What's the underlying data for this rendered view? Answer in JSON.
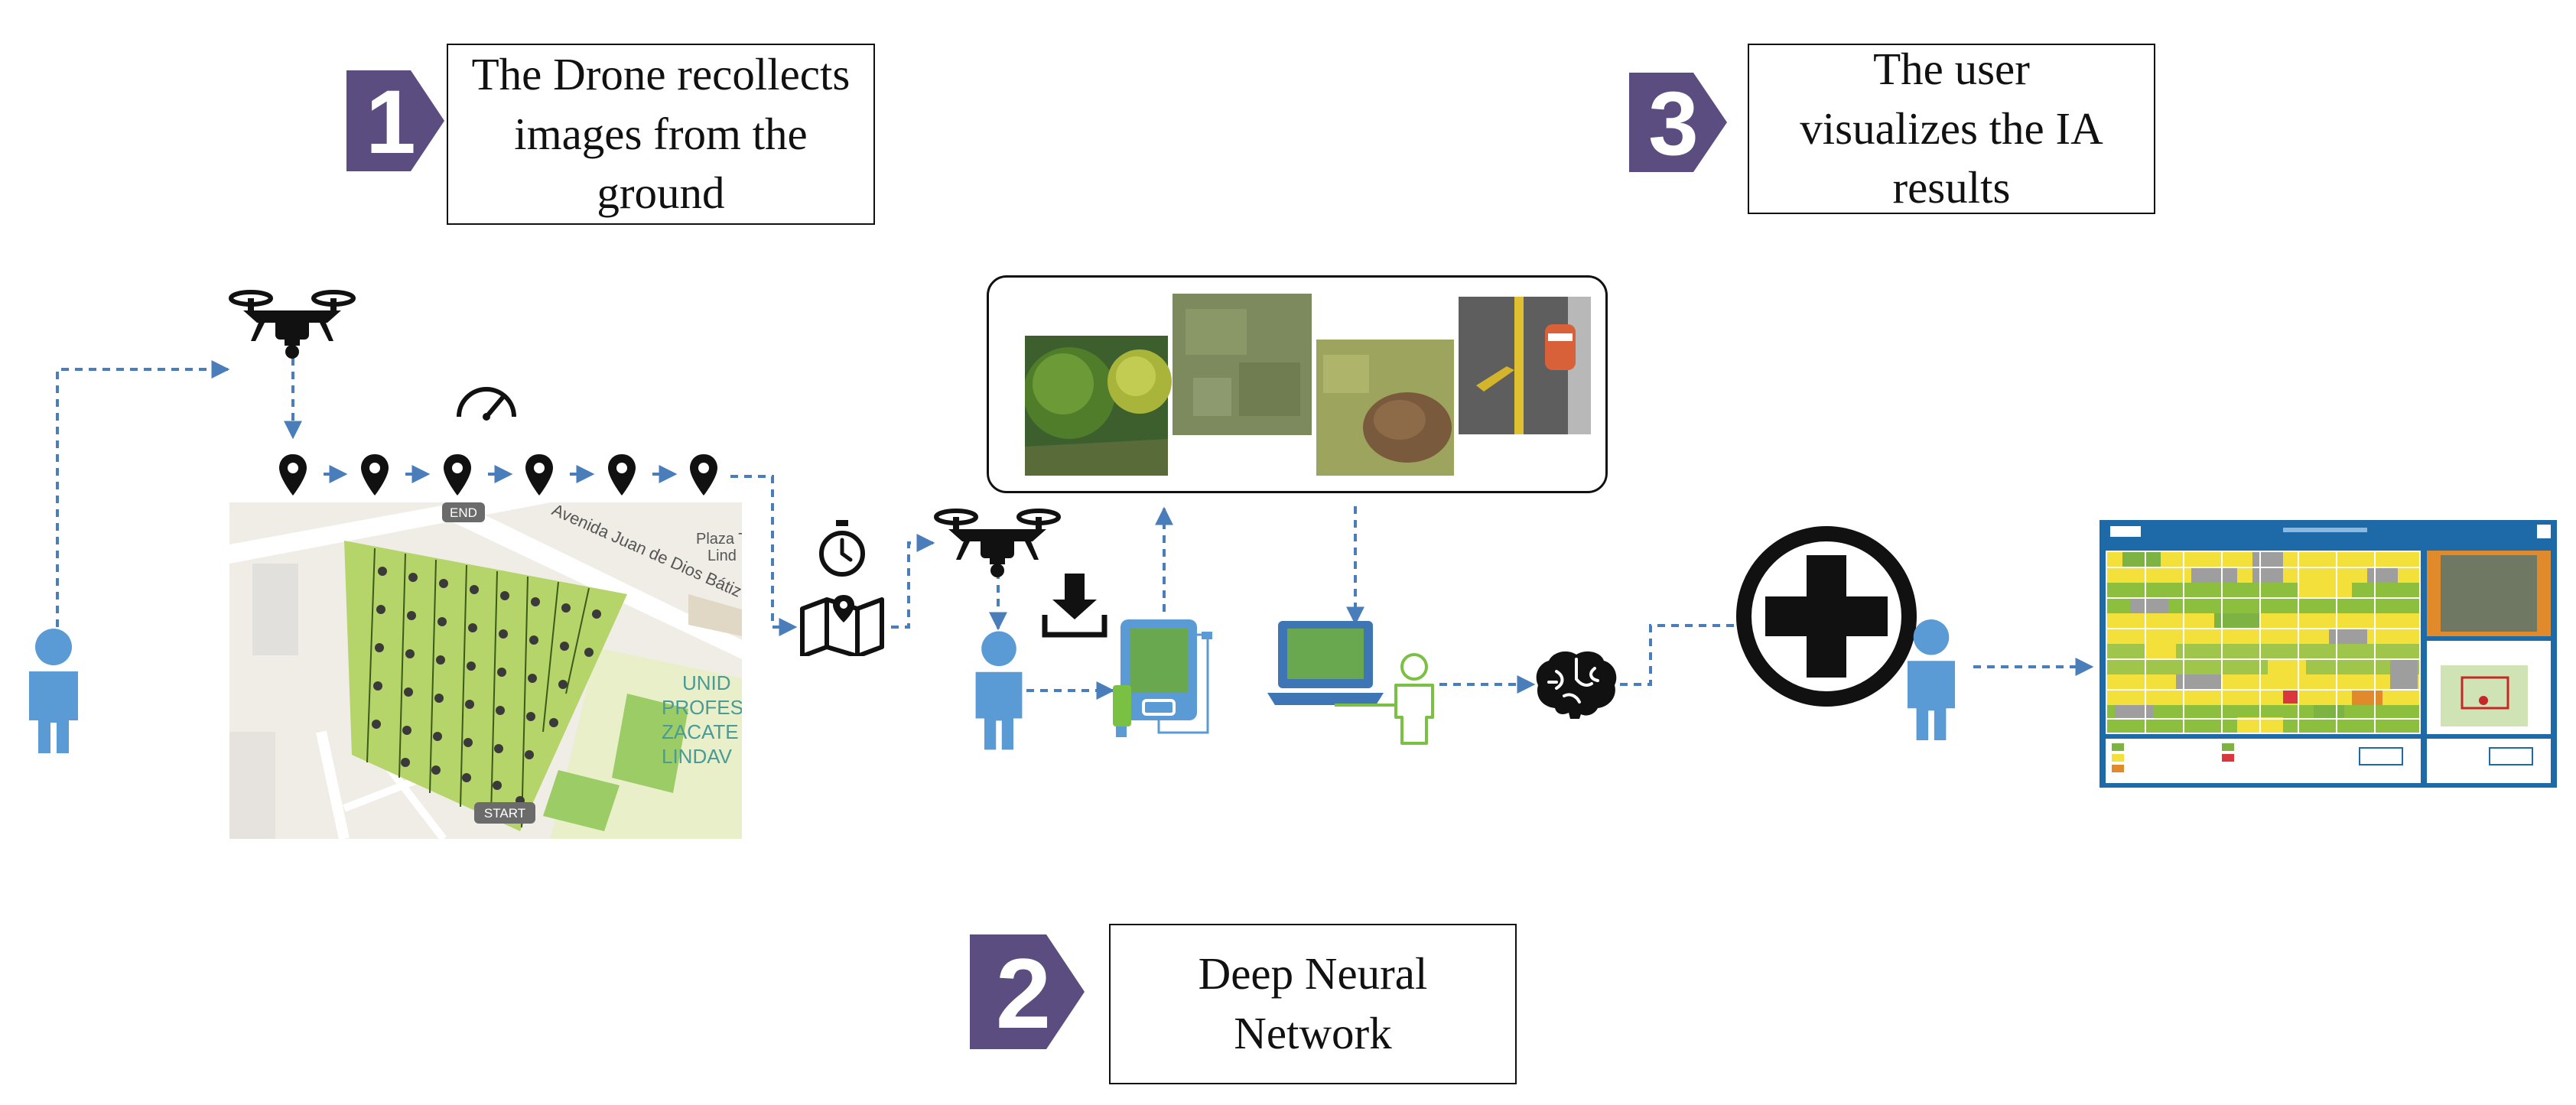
{
  "steps": [
    {
      "number": "1",
      "text_lines": [
        "The Drone recollects",
        "images from the",
        "ground"
      ]
    },
    {
      "number": "2",
      "text_lines": [
        "Deep Neural",
        "Network"
      ]
    },
    {
      "number": "3",
      "text_lines": [
        "The user",
        "visualizes the IA",
        "results"
      ]
    }
  ],
  "map": {
    "street": "Avenida Juan de Dios Bátiz",
    "place_lines": [
      "Plaza T",
      "Lind"
    ],
    "campus_lines": [
      "UNID",
      "PROFESI",
      "ZACATE",
      "LINDAV"
    ],
    "end_label": "END",
    "start_label": "START"
  },
  "colors": {
    "badge": "#5c4d80",
    "person": "#5b9bd5",
    "arrow": "#4a7ebb",
    "laptop": "#3e75b5",
    "screen_green": "#6aa84f",
    "dashboard_blue": "#1e6aa8",
    "person_outline_green": "#7ac143"
  },
  "icons": [
    "drone-icon",
    "speedometer-icon",
    "waypoint-pin-icon",
    "stopwatch-icon",
    "route-map-icon",
    "download-icon",
    "tablet-controller-icon",
    "laptop-icon",
    "brain-icon",
    "plus-circle-icon",
    "person-icon"
  ]
}
